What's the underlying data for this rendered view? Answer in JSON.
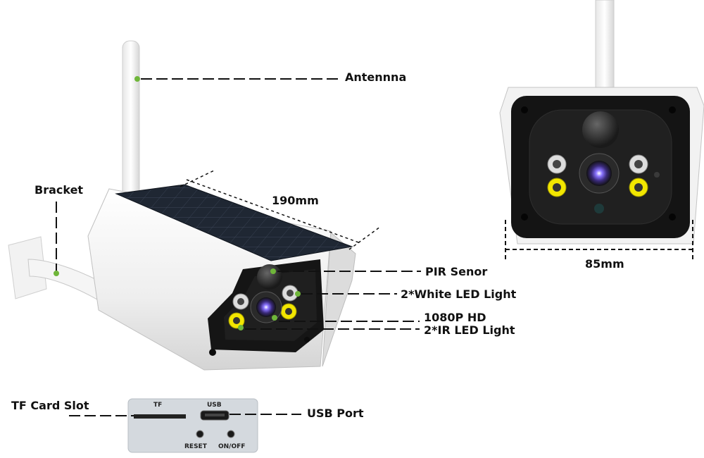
{
  "labels": {
    "antenna": "Antennna",
    "bracket": "Bracket",
    "length": "190mm",
    "width": "85mm",
    "pir": "PIR Senor",
    "white_led": "2*White LED Light",
    "hd": "1080P HD",
    "ir_led": "2*IR LED Light",
    "tf_card": "TF Card Slot",
    "usb_port": "USB Port"
  },
  "panel": {
    "tf": "TF",
    "usb": "USB",
    "reset": "RESET",
    "onoff": "ON/OFF"
  },
  "colors": {
    "body": "#f4f4f4",
    "face": "#1a1a1a",
    "solar": "#1f2733",
    "white_led": "#d8d8d8",
    "ir_led": "#f2e600",
    "marker": "#6fb63a",
    "lens": "#6a52d6",
    "line": "#111111"
  }
}
